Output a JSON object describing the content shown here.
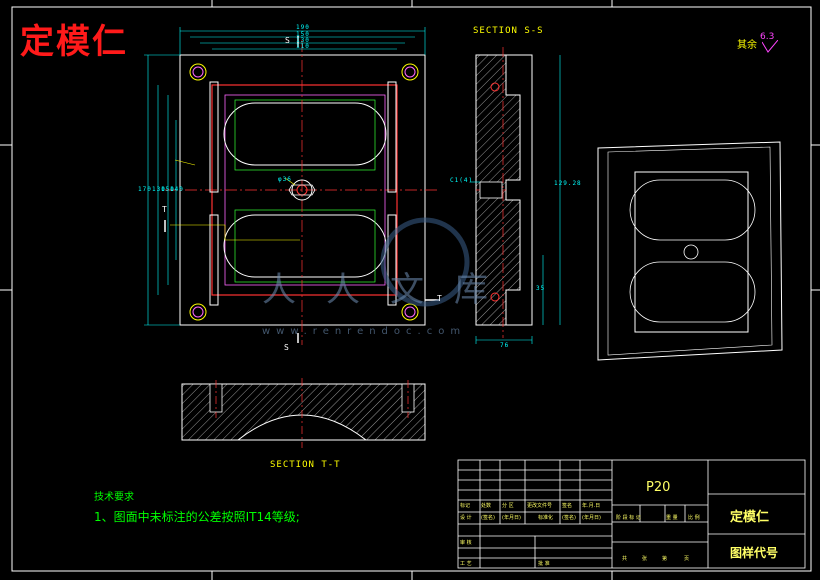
{
  "drawing": {
    "title": "定模仁",
    "sections": {
      "ss": "SECTION S-S",
      "tt": "SECTION T-T"
    },
    "marks": {
      "s_top": "S",
      "s_bottom": "S",
      "t_left": "T",
      "t_right": "T"
    },
    "dims": {
      "top": [
        "190",
        "150",
        "130",
        "110"
      ],
      "left": [
        "170",
        "130",
        "150",
        "140"
      ],
      "right_section": "129.28",
      "bottom_section": "76",
      "small": "35",
      "ph": "φ36",
      "cx": "C1(4)"
    },
    "roughness": {
      "label": "其余",
      "value": "6.3"
    },
    "watermark": {
      "chars": "人人文库",
      "url": "www.renrendoc.com"
    }
  },
  "tech_requirements": {
    "heading": "技术要求",
    "item1": "1、图面中未标注的公差按照IT14等级;"
  },
  "title_block": {
    "part_code": "P20",
    "part_name": "定模仁",
    "drawing_no": "图样代号",
    "row1": [
      "标记",
      "处数",
      "分 区",
      "更改文件号",
      "签名",
      "年.月.日"
    ],
    "row2": [
      "设 计",
      "(签名)",
      "(年月日)",
      "标准化",
      "(签名)",
      "(年月日)"
    ],
    "stage": [
      "阶 段 标 记",
      "重 量",
      "比 例"
    ],
    "row_check": "审 核",
    "row_process": "工 艺",
    "approve": "批 准",
    "sheets": [
      "共",
      "张",
      "第",
      "页"
    ]
  }
}
